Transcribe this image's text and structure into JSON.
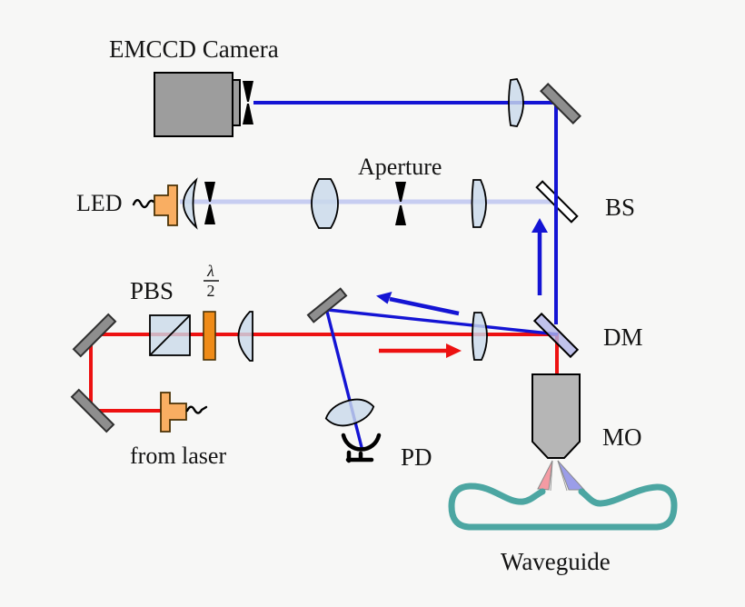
{
  "labels": {
    "emccd_camera": "EMCCD Camera",
    "aperture": "Aperture",
    "led": "LED",
    "bs": "BS",
    "pbs": "PBS",
    "half_wave_numerator": "λ",
    "half_wave_denominator": "2",
    "dm": "DM",
    "mo": "MO",
    "pd": "PD",
    "from_laser": "from laser",
    "waveguide": "Waveguide"
  },
  "colors": {
    "background": "#f7f7f6",
    "text": "#141414",
    "red_beam": "#ed1111",
    "blue_beam": "#1414d4",
    "led_beam": "#c7cdf1",
    "lens_fill": "#c9d9ea",
    "mirror_fill": "#8e8e8e",
    "camera_fill": "#9d9d9d",
    "dm_fill": "#b1b4e9",
    "mo_fill": "#b6b6b6",
    "wave_plate_orange": "#ef8b17",
    "led_orange": "#f9ae62",
    "waveguide_teal": "#4ca6a2",
    "cone_red": "#f49ba3",
    "cone_blue": "#9b9de8"
  }
}
